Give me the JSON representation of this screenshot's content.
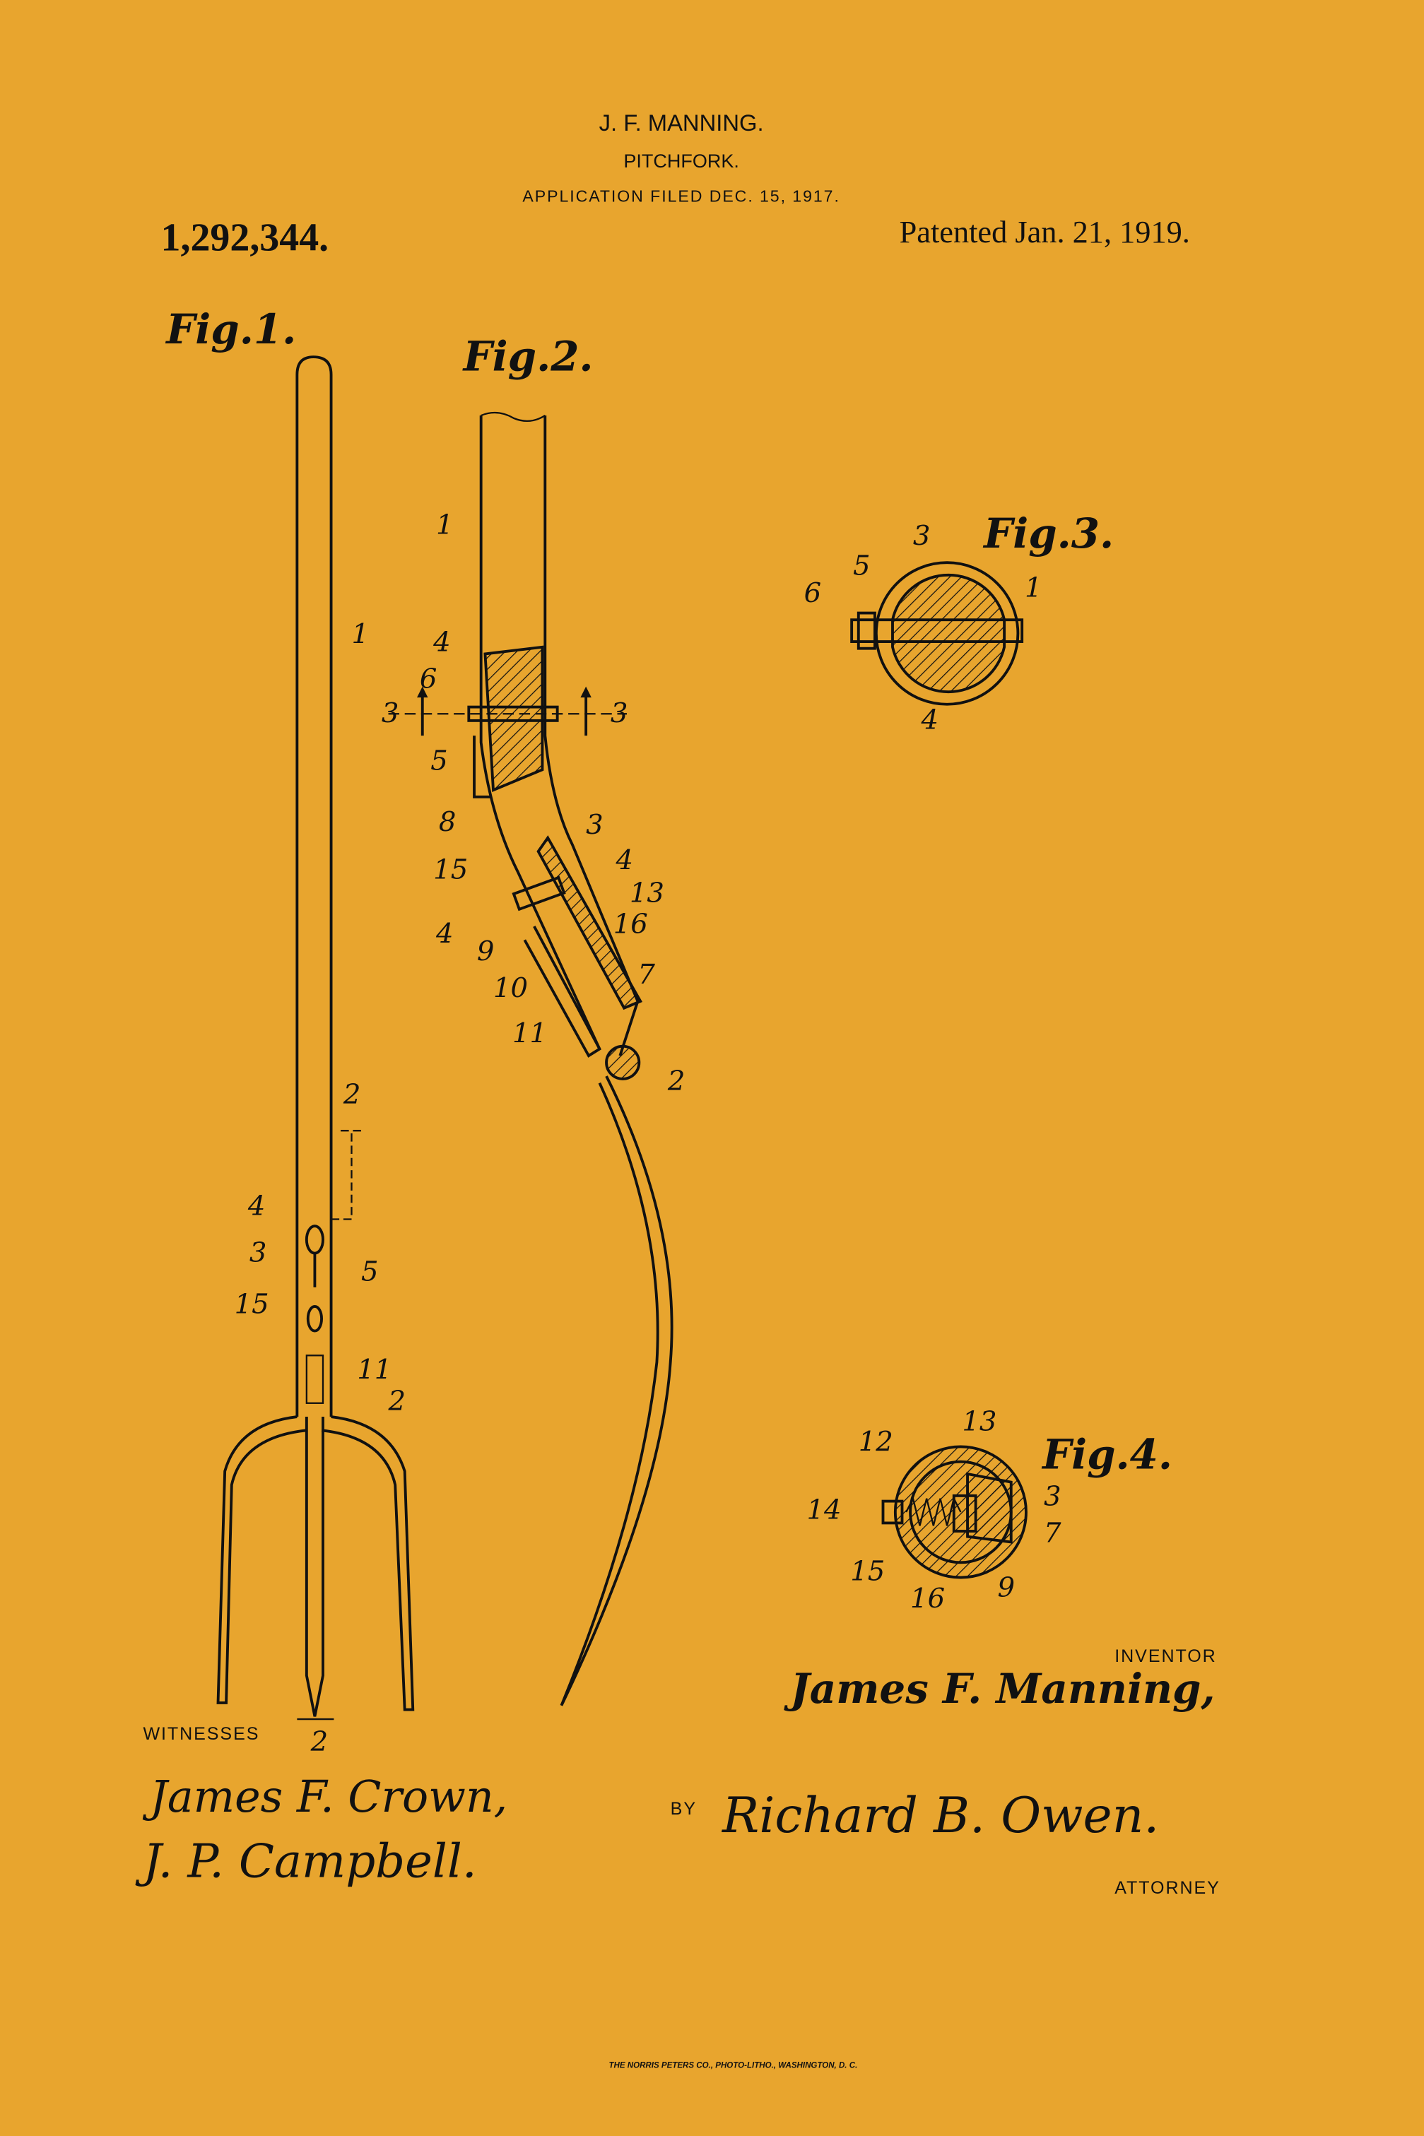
{
  "header": {
    "inventor_name": "J. F. MANNING.",
    "title": "PITCHFORK.",
    "application": "APPLICATION FILED DEC. 15, 1917.",
    "patent_number": "1,292,344.",
    "patented_date": "Patented Jan. 21, 1919."
  },
  "figures": {
    "fig1": "Fig.1.",
    "fig2": "Fig.2.",
    "fig3": "Fig.3.",
    "fig4": "Fig.4."
  },
  "reference_numerals": {
    "fig1": [
      "1",
      "2",
      "4",
      "3",
      "5",
      "15",
      "11",
      "2",
      "2"
    ],
    "fig2": [
      "1",
      "4",
      "6",
      "3",
      "3",
      "5",
      "8",
      "3",
      "15",
      "4",
      "13",
      "16",
      "4",
      "9",
      "7",
      "10",
      "11",
      "2"
    ],
    "fig3": [
      "3",
      "5",
      "6",
      "1",
      "4"
    ],
    "fig4": [
      "12",
      "13",
      "14",
      "3",
      "7",
      "15",
      "16",
      "9"
    ]
  },
  "signatures": {
    "inventor_label": "INVENTOR",
    "inventor_signature": "James F. Manning,",
    "witnesses_label": "WITNESSES",
    "witness_1": "James F. Crown,",
    "witness_2": "J. P. Campbell.",
    "by_label": "BY",
    "attorney_signature": "Richard B. Owen.",
    "attorney_label": "ATTORNEY"
  },
  "footer": {
    "printer": "THE NORRIS PETERS CO., PHOTO-LITHO., WASHINGTON, D. C."
  },
  "colors": {
    "paper": "#E8A52E",
    "ink": "#111111"
  }
}
